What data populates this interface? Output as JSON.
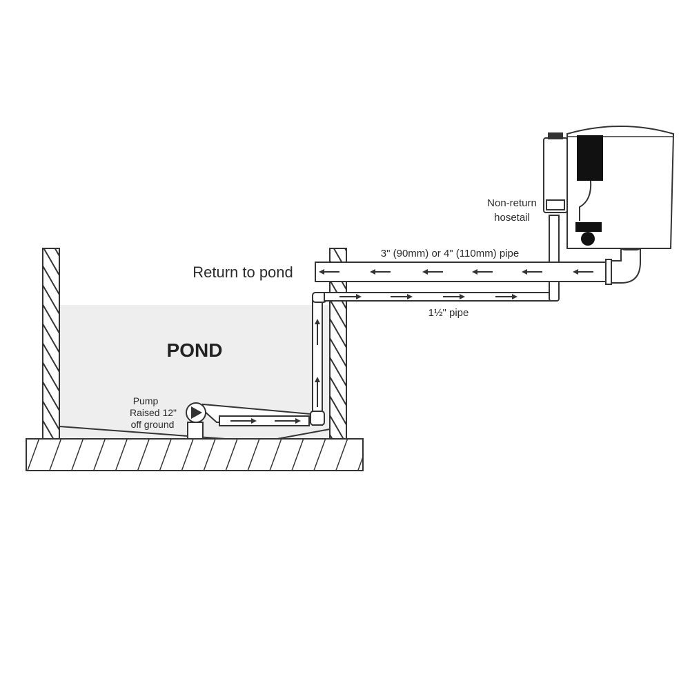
{
  "labels": {
    "pond": "POND",
    "return_to_pond": "Return to pond",
    "pump_line1": "Pump",
    "pump_line2": "Raised 12\"",
    "pump_line3": "off ground",
    "non_return_line1": "Non-return",
    "non_return_line2": "hosetail",
    "large_pipe": "3\" (90mm) or 4\" (110mm) pipe",
    "small_pipe": "1½\" pipe"
  },
  "colors": {
    "water": "#eeeeee",
    "line": "#333333",
    "filter_dark": "#111111"
  },
  "icons": {
    "pump": "pump-icon",
    "filter": "filter-unit-icon",
    "flow": "flow-arrow-icon"
  }
}
